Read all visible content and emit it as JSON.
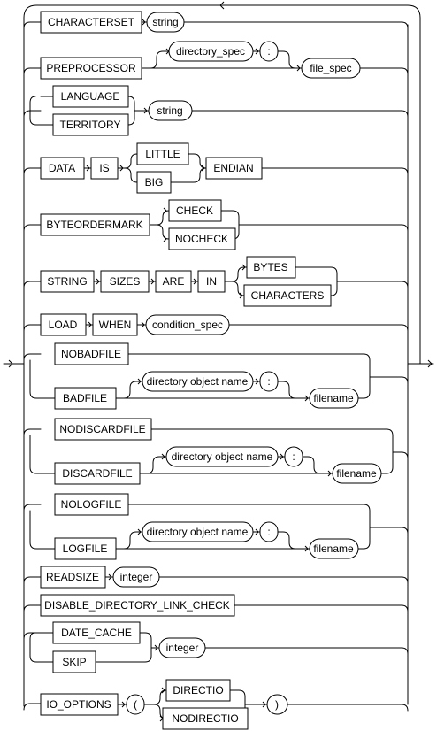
{
  "rows": [
    {
      "id": "characterset",
      "items": [
        "CHARACTERSET",
        "string"
      ]
    },
    {
      "id": "preprocessor",
      "keyword": "PREPROCESSOR",
      "optional": [
        "directory_spec",
        ":"
      ],
      "tail": "file_spec"
    },
    {
      "id": "language",
      "choices": [
        "LANGUAGE",
        "TERRITORY"
      ],
      "tail": "string"
    },
    {
      "id": "data",
      "items": [
        "DATA",
        "IS"
      ],
      "choices": [
        "LITTLE",
        "BIG"
      ],
      "tail": "ENDIAN"
    },
    {
      "id": "byteordermark",
      "keyword": "BYTEORDERMARK",
      "choices": [
        "CHECK",
        "NOCHECK"
      ]
    },
    {
      "id": "string",
      "items": [
        "STRING",
        "SIZES",
        "ARE",
        "IN"
      ],
      "choices": [
        "BYTES",
        "CHARACTERS"
      ]
    },
    {
      "id": "load",
      "items": [
        "LOAD",
        "WHEN",
        "condition_spec"
      ]
    },
    {
      "id": "badfile",
      "choices": [
        "NOBADFILE",
        "BADFILE"
      ],
      "optional": [
        "directory object name",
        ":"
      ],
      "tail": "filename"
    },
    {
      "id": "discardfile",
      "choices": [
        "NODISCARDFILE",
        "DISCARDFILE"
      ],
      "optional": [
        "directory object name",
        ":"
      ],
      "tail": "filename"
    },
    {
      "id": "logfile",
      "choices": [
        "NOLOGFILE",
        "LOGFILE"
      ],
      "optional": [
        "directory object name",
        ":"
      ],
      "tail": "filename"
    },
    {
      "id": "readsize",
      "items": [
        "READSIZE",
        "integer"
      ]
    },
    {
      "id": "disable",
      "items": [
        "DISABLE_DIRECTORY_LINK_CHECK"
      ]
    },
    {
      "id": "datecache",
      "choices": [
        "DATE_CACHE",
        "SKIP"
      ],
      "tail": "integer"
    },
    {
      "id": "iooptions",
      "items": [
        "IO_OPTIONS",
        "("
      ],
      "choices": [
        "DIRECTIO",
        "NODIRECTIO"
      ],
      "tail": ")"
    }
  ]
}
